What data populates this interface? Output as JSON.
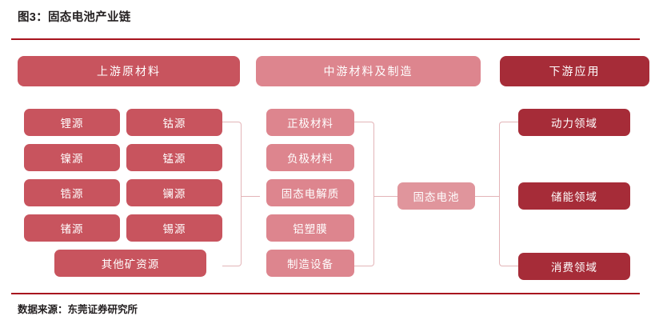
{
  "title": "图3：固态电池产业链",
  "source": "数据来源：东莞证券研究所",
  "colors": {
    "rule": "#a8141e",
    "upstream": "#c8545e",
    "midstream": "#dd858e",
    "downstream": "#a62c38",
    "core": "#e0959c",
    "connector": "#e3b4b8",
    "text_dark": "#231f20",
    "node_text": "#ffffff"
  },
  "bands": {
    "upstream": "上游原材料",
    "midstream": "中游材料及制造",
    "downstream": "下游应用"
  },
  "upstream": {
    "column_left": [
      "锂源",
      "镍源",
      "锆源",
      "锗源"
    ],
    "column_right": [
      "钴源",
      "锰源",
      "镧源",
      "锡源"
    ],
    "wide": "其他矿资源"
  },
  "midstream": {
    "items": [
      "正极材料",
      "负极材料",
      "固态电解质",
      "铝塑膜",
      "制造设备"
    ]
  },
  "core": {
    "label": "固态电池"
  },
  "downstream": {
    "items": [
      "动力领域",
      "储能领域",
      "消费领域"
    ]
  },
  "chart_data": {
    "type": "diagram",
    "title": "图3：固态电池产业链",
    "subtitle": "",
    "diagram_kind": "industry-chain",
    "columns": [
      {
        "name": "上游原材料",
        "color": "#c8545e",
        "nodes": [
          "锂源",
          "钴源",
          "镍源",
          "锰源",
          "锆源",
          "镧源",
          "锗源",
          "锡源",
          "其他矿资源"
        ]
      },
      {
        "name": "中游材料及制造",
        "color": "#dd858e",
        "nodes": [
          "正极材料",
          "负极材料",
          "固态电解质",
          "铝塑膜",
          "制造设备"
        ]
      },
      {
        "name": "固态电池",
        "color": "#e0959c",
        "nodes": [
          "固态电池"
        ]
      },
      {
        "name": "下游应用",
        "color": "#a62c38",
        "nodes": [
          "动力领域",
          "储能领域",
          "消费领域"
        ]
      }
    ],
    "edges": [
      {
        "from": "上游原材料",
        "to": "中游材料及制造"
      },
      {
        "from": "中游材料及制造",
        "to": "固态电池"
      },
      {
        "from": "固态电池",
        "to": "下游应用"
      }
    ],
    "source": "数据来源：东莞证券研究所"
  }
}
